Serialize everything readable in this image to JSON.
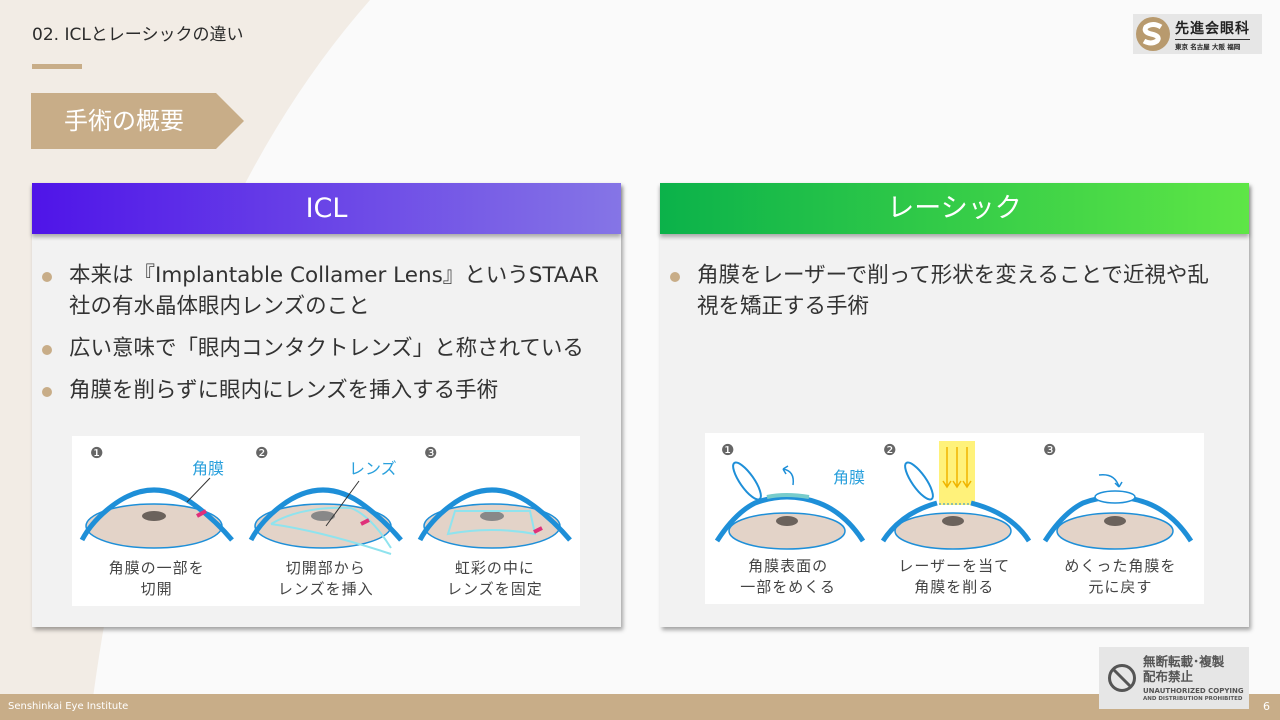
{
  "header": {
    "title": "02. ICLとレーシックの違い",
    "section_tag": "手術の概要"
  },
  "logo": {
    "name": "先進会眼科",
    "locations": "東京 名古屋 大阪 福岡"
  },
  "icl": {
    "title": "ICL",
    "bullets": [
      "本来は『Implantable Collamer Lens』というSTAAR社の有水晶体眼内レンズのこと",
      "広い意味で「眼内コンタクトレンズ」と称されている",
      "角膜を削らずに眼内にレンズを挿入する手術"
    ],
    "steps": [
      {
        "num": "❶",
        "label": "角膜",
        "caption1": "角膜の一部を",
        "caption2": "切開"
      },
      {
        "num": "❷",
        "label": "レンズ",
        "caption1": "切開部から",
        "caption2": "レンズを挿入"
      },
      {
        "num": "❸",
        "caption1": "虹彩の中に",
        "caption2": "レンズを固定"
      }
    ]
  },
  "lasik": {
    "title": "レーシック",
    "bullets": [
      "角膜をレーザーで削って形状を変えることで近視や乱視を矯正する手術"
    ],
    "steps": [
      {
        "num": "❶",
        "label": "角膜",
        "caption1": "角膜表面の",
        "caption2": "一部をめくる"
      },
      {
        "num": "❷",
        "caption1": "レーザーを当て",
        "caption2": "角膜を削る"
      },
      {
        "num": "❸",
        "caption1": "めくった角膜を",
        "caption2": "元に戻す"
      }
    ]
  },
  "copyright": {
    "line1": "無断転載･複製",
    "line2": "配布禁止",
    "line3": "UNAUTHORIZED COPYING",
    "line4": "AND DISTRIBUTION PROHIBITED"
  },
  "footer": {
    "org": "Senshinkai Eye Institute",
    "page": "6"
  },
  "colors": {
    "beige": "#c8ad88",
    "icl": "#4f14e8",
    "lasik": "#0bb24a",
    "cornea": "#1e8fd8"
  }
}
